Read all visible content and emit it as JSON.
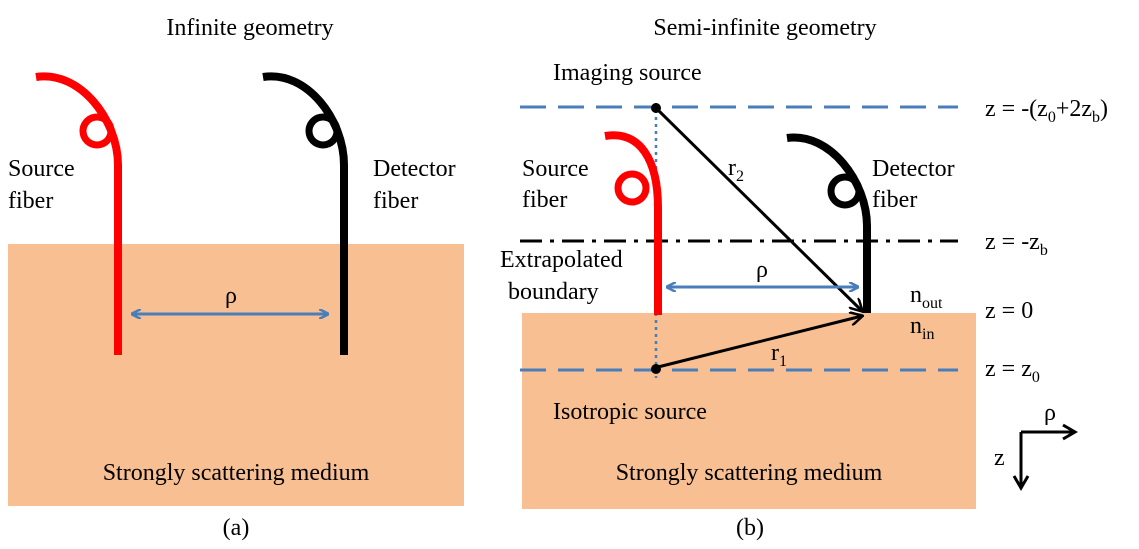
{
  "panel_a": {
    "title": "Infinite geometry",
    "source_fiber_line1": "Source",
    "source_fiber_line2": "fiber",
    "detector_fiber_line1": "Detector",
    "detector_fiber_line2": "fiber",
    "rho": "ρ",
    "medium": "Strongly scattering medium",
    "caption": "(a)"
  },
  "panel_b": {
    "title": "Semi-infinite geometry",
    "imaging_source": "Imaging source",
    "source_fiber_line1": "Source",
    "source_fiber_line2": "fiber",
    "detector_fiber_line1": "Detector",
    "detector_fiber_line2": "fiber",
    "extrapolated_line1": "Extrapolated",
    "extrapolated_line2": "boundary",
    "rho": "ρ",
    "r1": "r",
    "r1_sub": "1",
    "r2": "r",
    "r2_sub": "2",
    "n": "n",
    "n_out_sub": "out",
    "n_in_sub": "in",
    "z_imaging_a": "z = -(z",
    "z_imaging_sub0": "0",
    "z_imaging_b": "+2z",
    "z_imaging_subb": "b",
    "z_imaging_c": ")",
    "z_extrap_a": "z = -z",
    "z_extrap_sub": "b",
    "z_zero": "z = 0",
    "z_source_a": "z = z",
    "z_source_sub": "0",
    "isotropic_source": "Isotropic source",
    "medium": "Strongly scattering medium",
    "axis_rho": "ρ",
    "axis_z": "z",
    "caption": "(b)"
  },
  "colors": {
    "medium": "#f8bf92",
    "source_fiber": "#ff0000",
    "detector_fiber": "#000000",
    "arrow_blue": "#4a7ebb",
    "dashed_blue": "#4a7ebb"
  }
}
